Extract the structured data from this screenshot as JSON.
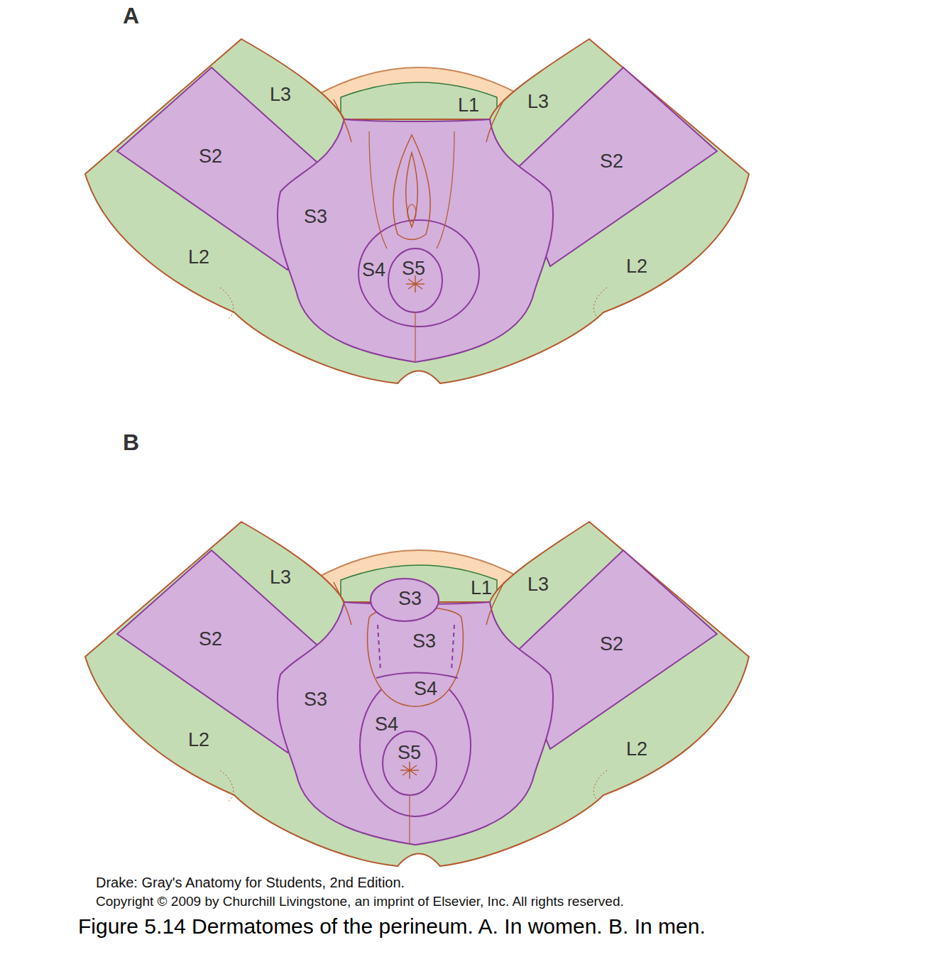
{
  "diagram": {
    "caption": "Figure 5.14 Dermatomes of the perineum. A. In women. B. In men.",
    "labels": [
      "A",
      "L3",
      "L1",
      "L3",
      "S2",
      "S2",
      "S3",
      "L2",
      "L2",
      "S4",
      "S5",
      "B",
      "L3",
      "L3",
      "L1",
      "S3",
      "S2",
      "S3",
      "S2",
      "S4",
      "S3",
      "S4",
      "L2",
      "L2",
      "S5",
      "Drake: Gray's Anatomy for Students, 2nd Edition.",
      "Copyright © 2009 by Churchill Livingstone, an imprint of Elsevier, Inc. All rights reserved."
    ]
  }
}
